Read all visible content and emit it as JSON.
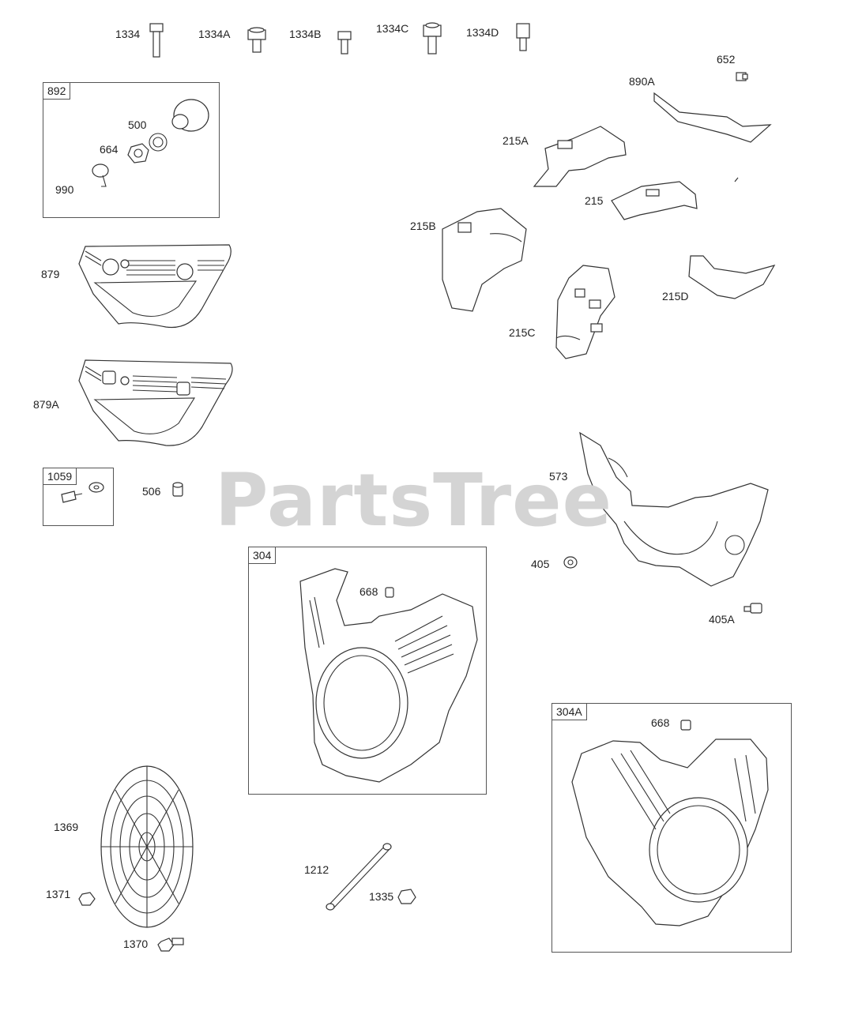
{
  "watermark": "PartsTree",
  "boxes": {
    "b892": "892",
    "b1059": "1059",
    "b304": "304",
    "b304a": "304A"
  },
  "labels": {
    "l1334": "1334",
    "l1334a": "1334A",
    "l1334b": "1334B",
    "l1334c": "1334C",
    "l1334d": "1334D",
    "l500": "500",
    "l664": "664",
    "l990": "990",
    "l879": "879",
    "l879a": "879A",
    "l506": "506",
    "l652": "652",
    "l890a": "890A",
    "l215a": "215A",
    "l215": "215",
    "l215b": "215B",
    "l215c": "215C",
    "l215d": "215D",
    "l573": "573",
    "l405": "405",
    "l405a": "405A",
    "l668": "668",
    "l668b": "668",
    "l1369": "1369",
    "l1371": "1371",
    "l1370": "1370",
    "l1212": "1212",
    "l1335": "1335"
  }
}
